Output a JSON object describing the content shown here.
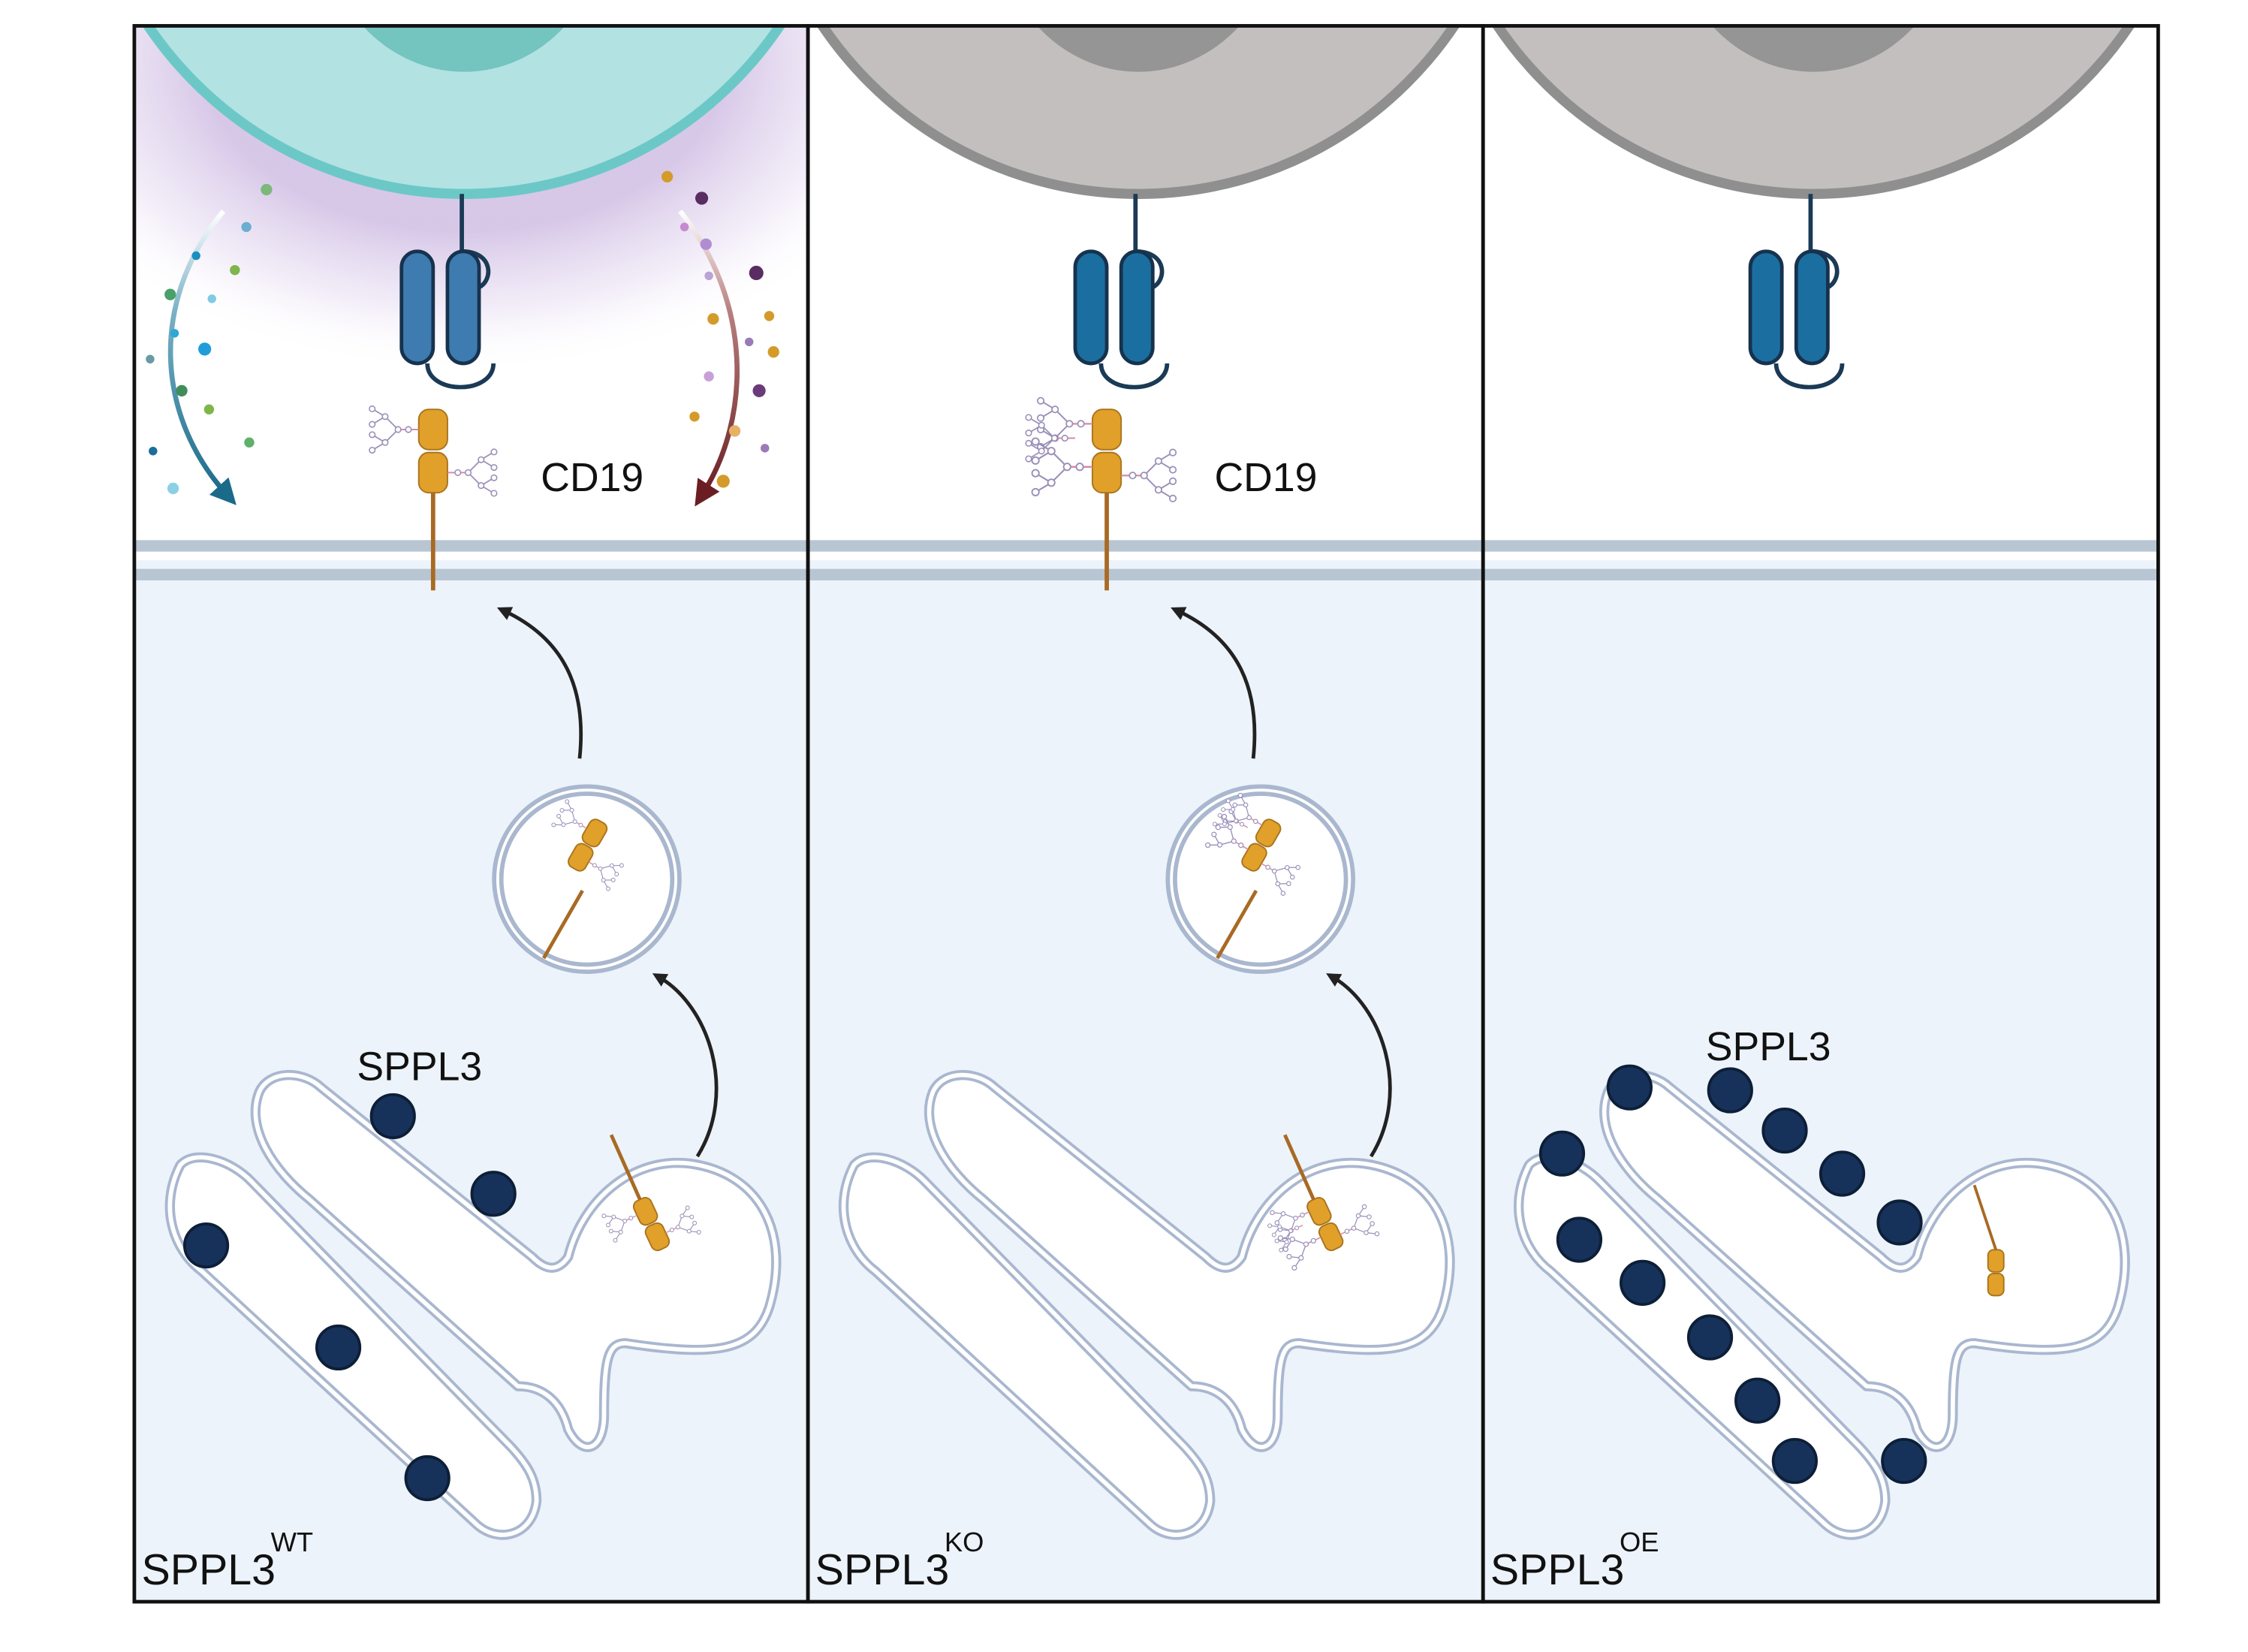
{
  "colors": {
    "active_cell_fill": "#b3e2e3",
    "active_cell_border": "#6cc8c6",
    "active_nucleus": "#74c4bf",
    "inactive_cell_fill": "#c4bfbf",
    "inactive_cell_border": "#8f8f8f",
    "inactive_nucleus": "#959595",
    "tcr_wt": "#3e7bb0",
    "tcr": "#1a6fa0",
    "cd19": "#e0a02a",
    "cd19_stem": "#a86a24",
    "sppl3_dot": "#17325a",
    "membrane": "#b8c5d2",
    "cytoplasm": "#edf3fb",
    "organelle_stroke": "#a9b7cf",
    "glycan": "#9a8fb8",
    "glycan_link": "#d98aa6",
    "cytokine_cool": "#1a6a8a",
    "cytokine_warm": "#6a1e22"
  },
  "panels": [
    {
      "id": "wt",
      "condition_base": "SPPL3",
      "condition_sup": "WT",
      "cell_state": "activated",
      "cd19_label": "CD19",
      "sppl3_label": "SPPL3",
      "cd19_on_surface": true,
      "glycan_level": "normal",
      "sppl3_level": "normal",
      "cytokine_release": true
    },
    {
      "id": "ko",
      "condition_base": "SPPL3",
      "condition_sup": "KO",
      "cell_state": "inactive",
      "cd19_label": "CD19",
      "sppl3_label": "",
      "cd19_on_surface": true,
      "glycan_level": "increased",
      "sppl3_level": "absent",
      "cytokine_release": false
    },
    {
      "id": "oe",
      "condition_base": "SPPL3",
      "condition_sup": "OE",
      "cell_state": "inactive",
      "cd19_label": "",
      "sppl3_label": "SPPL3",
      "cd19_on_surface": false,
      "glycan_level": "reduced",
      "sppl3_level": "high",
      "cytokine_release": false
    }
  ]
}
